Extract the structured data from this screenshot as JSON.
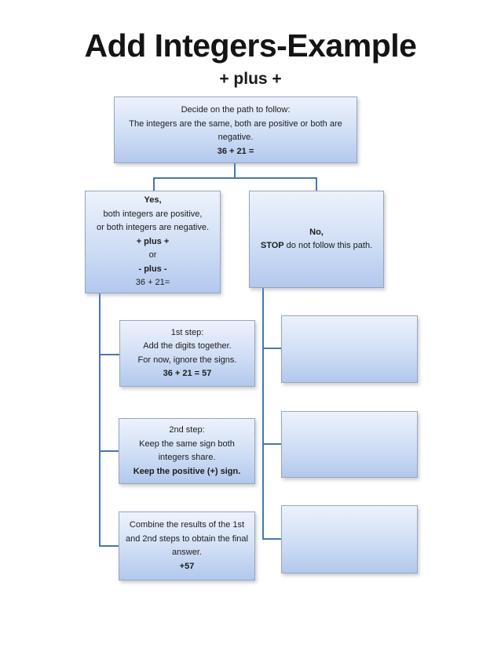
{
  "page": {
    "title": "Add Integers-Example",
    "subtitle": "+ plus +"
  },
  "colors": {
    "connector": "#4676b4",
    "box_border": "#98a5b8",
    "box_gradient_top": "#edf2fc",
    "box_gradient_bottom": "#b2c8ed"
  },
  "boxes": {
    "decide": {
      "lines": [
        "Decide on the path to follow:",
        "The integers are the same, both are positive or both are negative.",
        "36 + 21 ="
      ]
    },
    "yes": {
      "lines": [
        "Yes,",
        "both integers are positive,",
        "or both integers are negative.",
        "+ plus +",
        "or",
        "- plus -",
        "36 + 21="
      ]
    },
    "no": {
      "line1": "No,",
      "stop_bold": "STOP",
      "stop_rest": " do not follow this path."
    },
    "step1": {
      "lines": [
        "1st step:",
        "Add the digits together.",
        "For now, ignore the signs.",
        "36 + 21 = 57"
      ]
    },
    "step2": {
      "lines": [
        "2nd step:",
        "Keep the same sign both integers share.",
        "Keep the positive (+) sign."
      ]
    },
    "combine": {
      "lines": [
        "Combine the results of the 1st and 2nd steps to obtain the final answer.",
        "+57"
      ]
    }
  }
}
